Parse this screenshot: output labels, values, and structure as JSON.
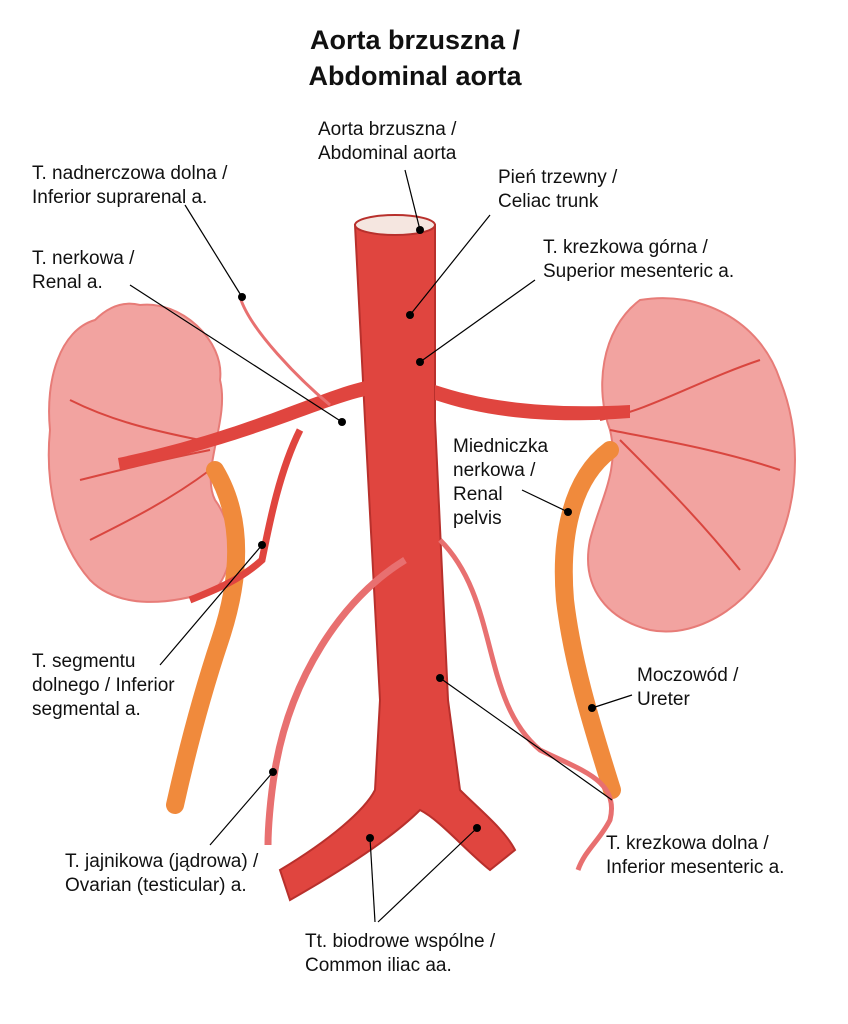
{
  "title": {
    "line1": "Aorta brzuszna /",
    "line2": "Abdominal aorta"
  },
  "labels": {
    "abdominal_aorta": {
      "pl": "Aorta brzuszna /",
      "en": "Abdominal aorta"
    },
    "inferior_suprarenal": {
      "pl": "T. nadnerczowa dolna /",
      "en": "Inferior suprarenal a."
    },
    "celiac_trunk": {
      "pl": "Pień trzewny /",
      "en": "Celiac trunk"
    },
    "renal_artery": {
      "pl": "T. nerkowa /",
      "en": "Renal a."
    },
    "superior_mesenteric": {
      "pl": "T. krezkowa górna /",
      "en": "Superior mesenteric  a."
    },
    "renal_pelvis": {
      "l1": "Miedniczka",
      "l2": "nerkowa /",
      "l3": "Renal",
      "l4": "pelvis"
    },
    "inferior_segmental": {
      "l1": "T. segmentu",
      "l2": "dolnego / Inferior",
      "l3": "segmental a."
    },
    "ureter": {
      "pl": "Moczowód /",
      "en": "Ureter"
    },
    "ovarian": {
      "pl": "T. jajnikowa (jądrowa) /",
      "en": "Ovarian (testicular) a."
    },
    "inferior_mesenteric": {
      "pl": "T. krezkowa dolna /",
      "en": "Inferior mesenteric a."
    },
    "common_iliac": {
      "pl": "Tt. biodrowe wspólne /",
      "en": "Common iliac aa."
    }
  },
  "colors": {
    "artery": "#e0453f",
    "kidney": "#f2a3a0",
    "ureter": "#f08a3c",
    "leader": "#000000"
  }
}
